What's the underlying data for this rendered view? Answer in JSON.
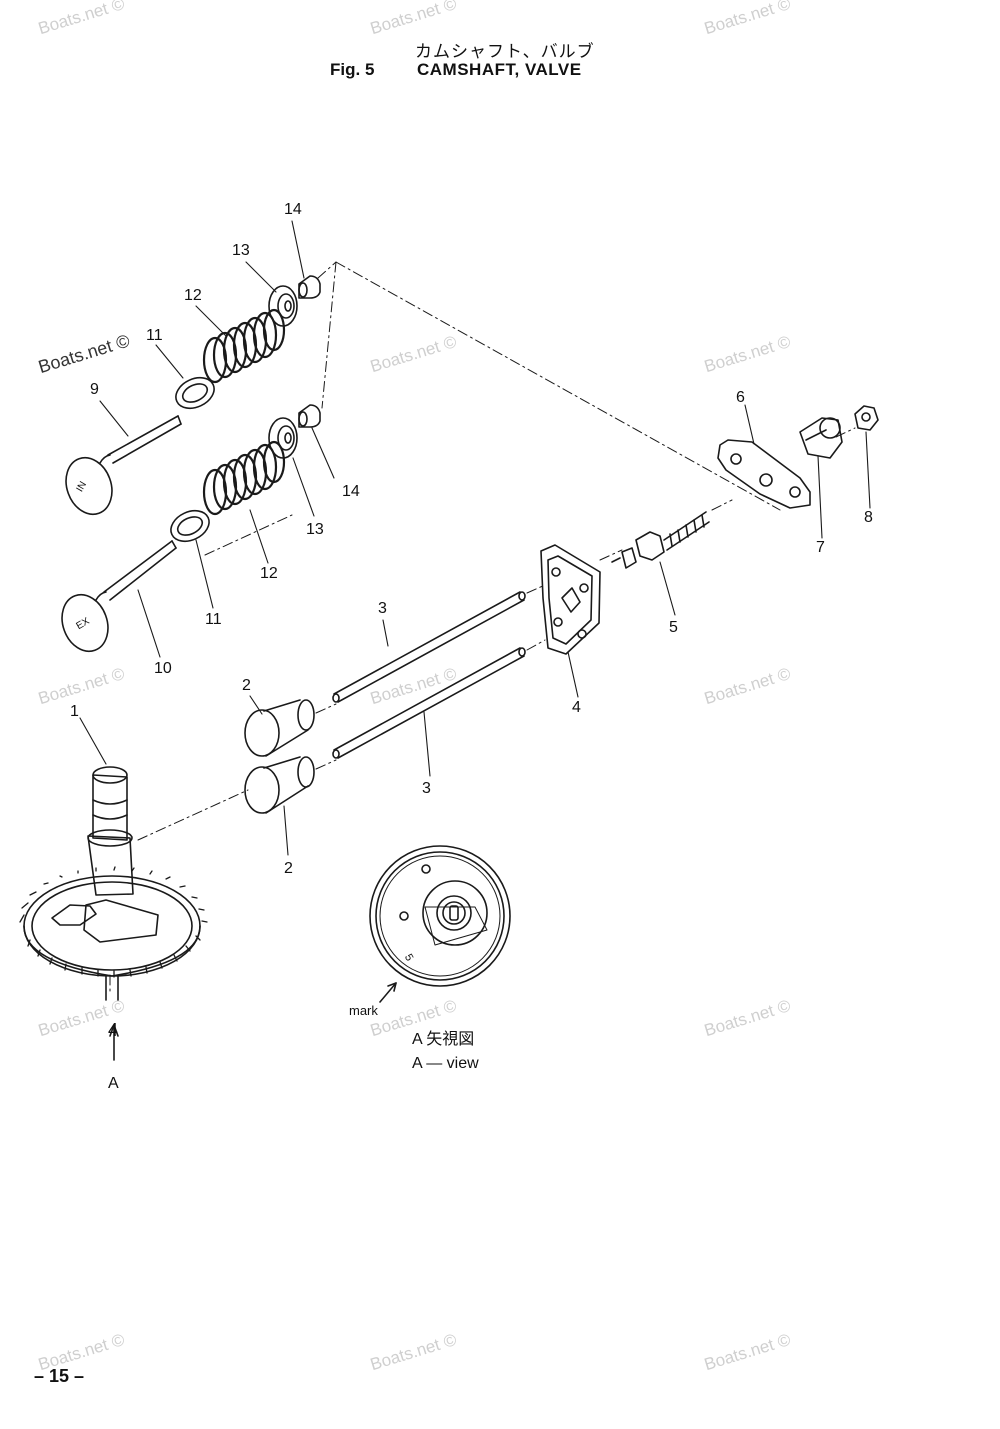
{
  "header": {
    "title_jp": "カムシャフト、バルブ",
    "fig_label": "Fig. 5",
    "title_en": "CAMSHAFT, VALVE"
  },
  "footer": {
    "page_number": "– 15 –"
  },
  "watermark": {
    "text": "Boats.net ©"
  },
  "callouts": {
    "c1": "1",
    "c2a": "2",
    "c2b": "2",
    "c3a": "3",
    "c3b": "3",
    "c4": "4",
    "c5": "5",
    "c6": "6",
    "c7": "7",
    "c8": "8",
    "c9": "9",
    "c10": "10",
    "c11a": "11",
    "c11b": "11",
    "c12a": "12",
    "c12b": "12",
    "c13a": "13",
    "c13b": "13",
    "c14a": "14",
    "c14b": "14"
  },
  "valve_marks": {
    "intake": "IN",
    "exhaust": "EX"
  },
  "view_arrow": {
    "label": "4",
    "letter": "A"
  },
  "a_view": {
    "mark_label": "mark",
    "gear_mark": "5",
    "caption_jp": "A 矢視図",
    "caption_en": "A — view"
  },
  "colors": {
    "line": "#1a1a1a",
    "watermark": "#cfcfcf"
  }
}
